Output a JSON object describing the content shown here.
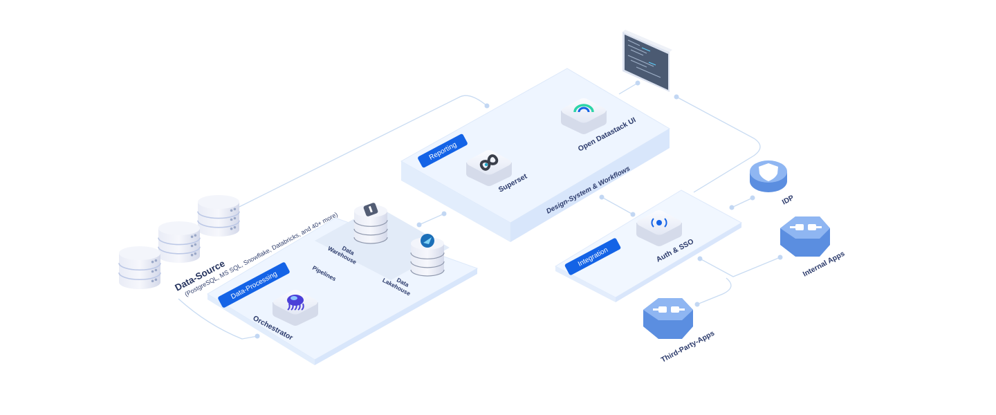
{
  "data_source": {
    "title": "Data-Source",
    "subtitle": "(PostgreSQL, MS SQL, Snowflake, Databricks, and 40+ more)"
  },
  "data_processing": {
    "badge": "Data-Processing",
    "orchestrator": "Orchestrator",
    "pipelines": "Pipelines",
    "warehouse": [
      "Data",
      "Warehouse"
    ],
    "lakehouse": [
      "Data",
      "Lakehouse"
    ]
  },
  "reporting": {
    "badge": "Reporting",
    "superset": "Superset",
    "ui": "Open Datastack UI",
    "platform": "Design-System & Workflows"
  },
  "integration": {
    "badge": "Integration",
    "auth": "Auth & SSO"
  },
  "external": {
    "idp": "IDP",
    "internal_apps": "Internal Apps",
    "third_party_apps": "Third-Party-Apps"
  },
  "colors": {
    "accent": "#1463e6",
    "platform_top": "#eef5ff",
    "connector": "#c8dbf2",
    "hex_icon": "#6d9fe6"
  }
}
